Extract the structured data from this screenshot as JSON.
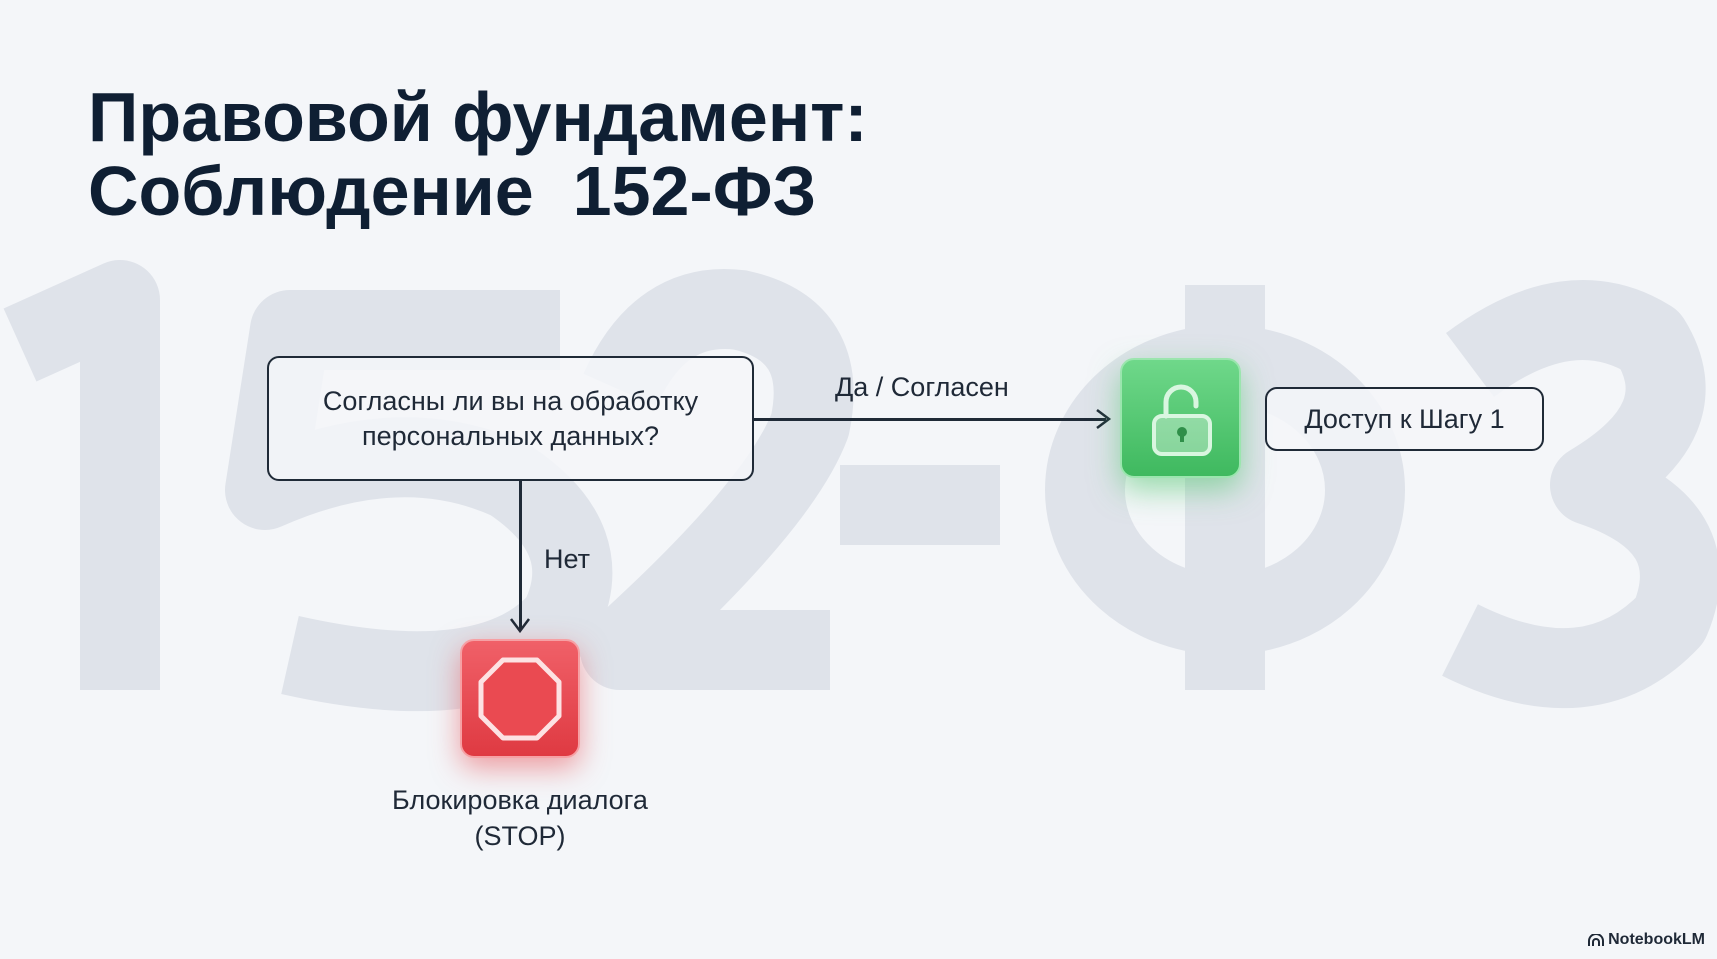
{
  "watermark": "152-ФЗ",
  "title": {
    "line1": "Правовой фундамент:",
    "line2": "Соблюдение  152-ФЗ"
  },
  "question": {
    "line1": "Согласны ли вы на обработку",
    "line2": "персональных данных?"
  },
  "yes_label": "Да / Согласен",
  "no_label": "Нет",
  "access": "Доступ к Шагу 1",
  "block": {
    "line1": "Блокировка диалога",
    "line2": "(STOP)"
  },
  "branding": "NotebookLM",
  "colors": {
    "green": "#4cc56c",
    "red": "#e8434a",
    "title": "#0f1f33"
  }
}
